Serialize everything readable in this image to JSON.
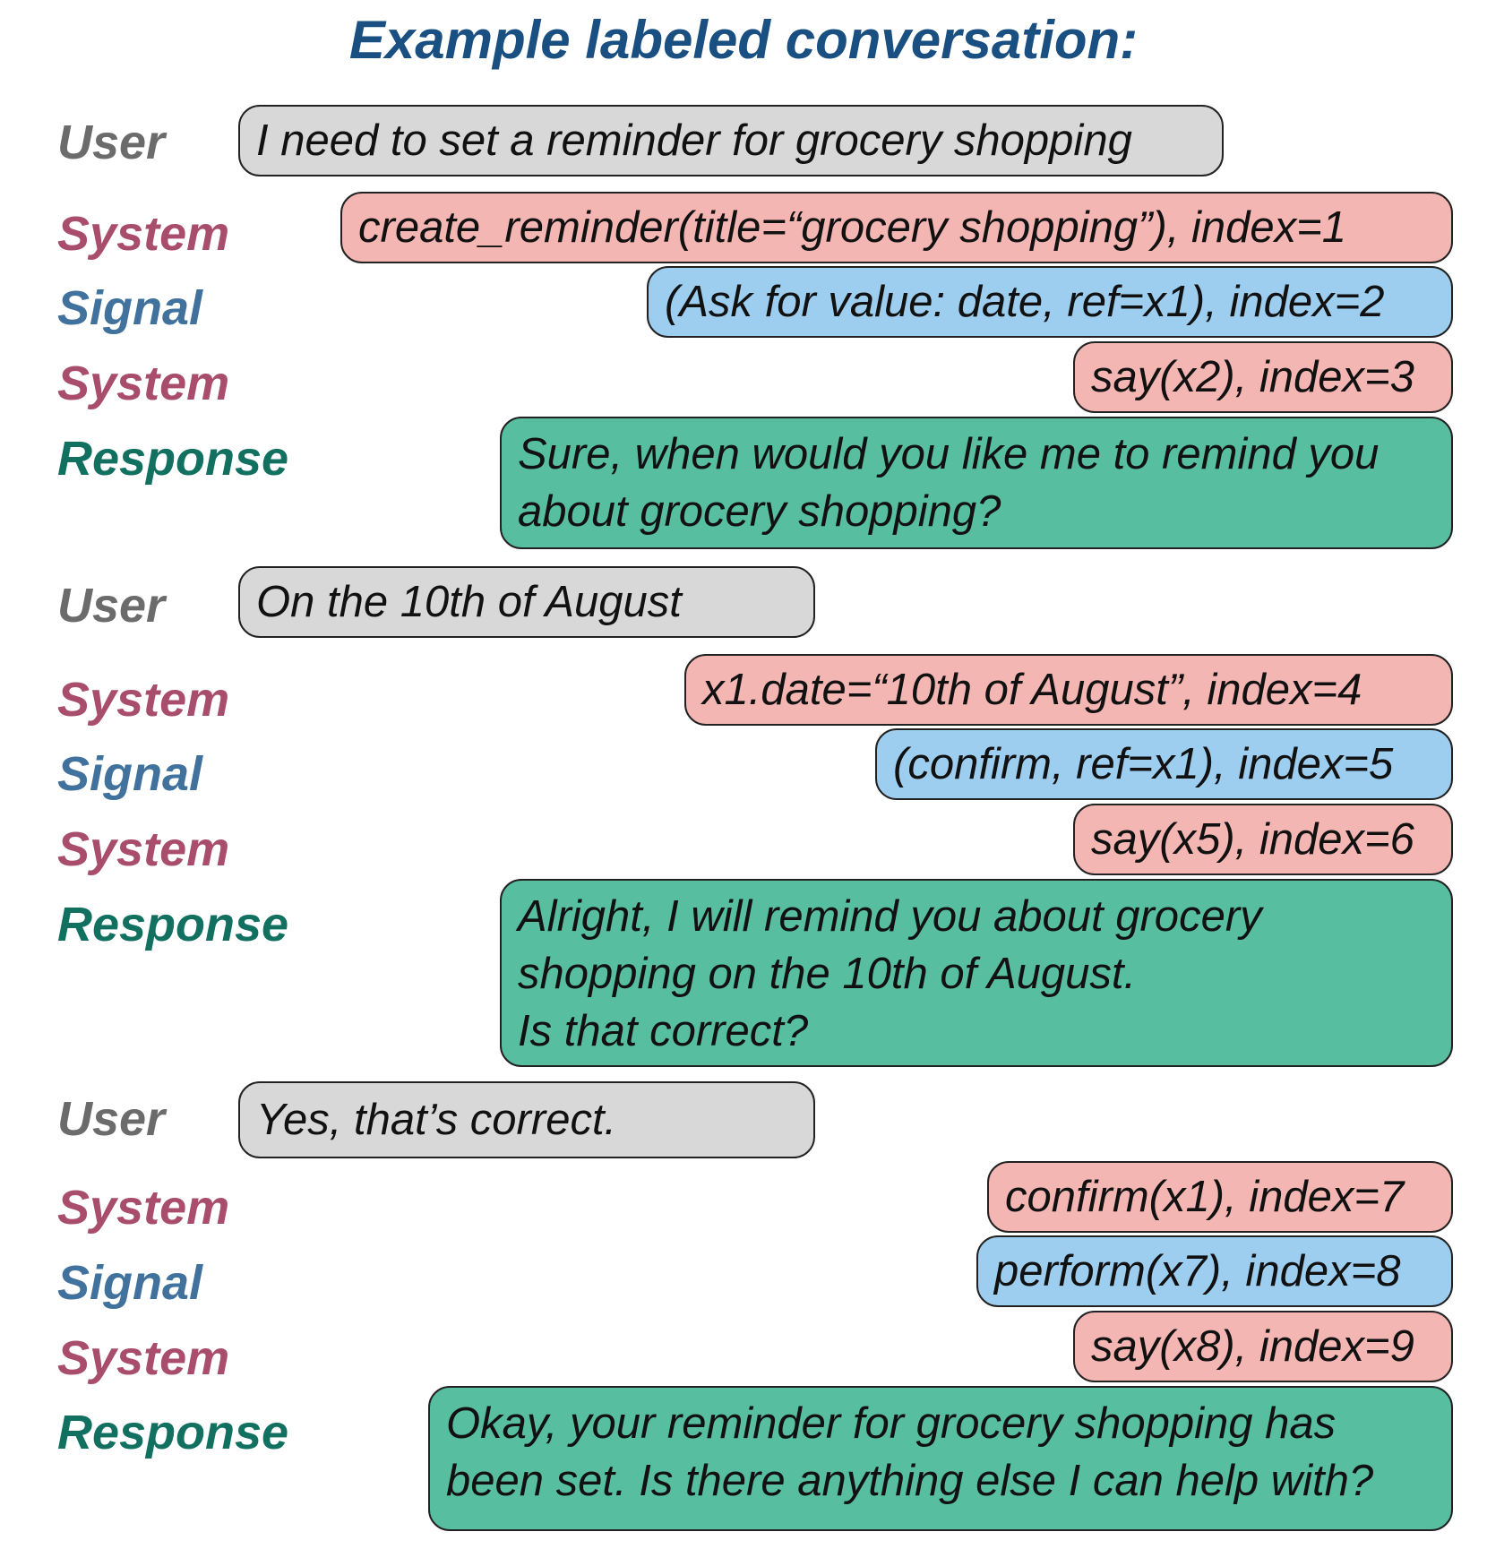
{
  "title": "Example labeled conversation:",
  "colors": {
    "user_label": "#6b6b6b",
    "system_label": "#a84d6c",
    "signal_label": "#41729e",
    "response_label": "#11705f",
    "user_bubble": "#d8d8d8",
    "system_bubble": "#f4b6b3",
    "signal_bubble": "#9dcef0",
    "response_bubble": "#58bea0"
  },
  "turns": [
    {
      "role": "User",
      "kind": "user",
      "text": "I need to set a reminder for grocery shopping"
    },
    {
      "role": "System",
      "kind": "system",
      "text": "create_reminder(title=“grocery shopping”), index=1"
    },
    {
      "role": "Signal",
      "kind": "signal",
      "text": "(Ask for value: date, ref=x1), index=2"
    },
    {
      "role": "System",
      "kind": "system",
      "text": "say(x2), index=3"
    },
    {
      "role": "Response",
      "kind": "response",
      "text": "Sure, when would you like me to remind you\nabout grocery shopping?"
    },
    {
      "role": "User",
      "kind": "user",
      "text": "On the 10th of August"
    },
    {
      "role": "System",
      "kind": "system",
      "text": "x1.date=“10th of August”, index=4"
    },
    {
      "role": "Signal",
      "kind": "signal",
      "text": "(confirm, ref=x1), index=5"
    },
    {
      "role": "System",
      "kind": "system",
      "text": "say(x5), index=6"
    },
    {
      "role": "Response",
      "kind": "response",
      "text": " Alright, I will remind you about grocery\nshopping on the 10th of August.\nIs that correct?"
    },
    {
      "role": "User",
      "kind": "user",
      "text": "Yes, that’s correct."
    },
    {
      "role": "System",
      "kind": "system",
      "text": "confirm(x1), index=7"
    },
    {
      "role": "Signal",
      "kind": "signal",
      "text": "perform(x7), index=8"
    },
    {
      "role": "System",
      "kind": "system",
      "text": "say(x8), index=9"
    },
    {
      "role": "Response",
      "kind": "response",
      "text": "Okay, your reminder for grocery shopping has\nbeen set. Is there anything else I can help with?"
    }
  ]
}
